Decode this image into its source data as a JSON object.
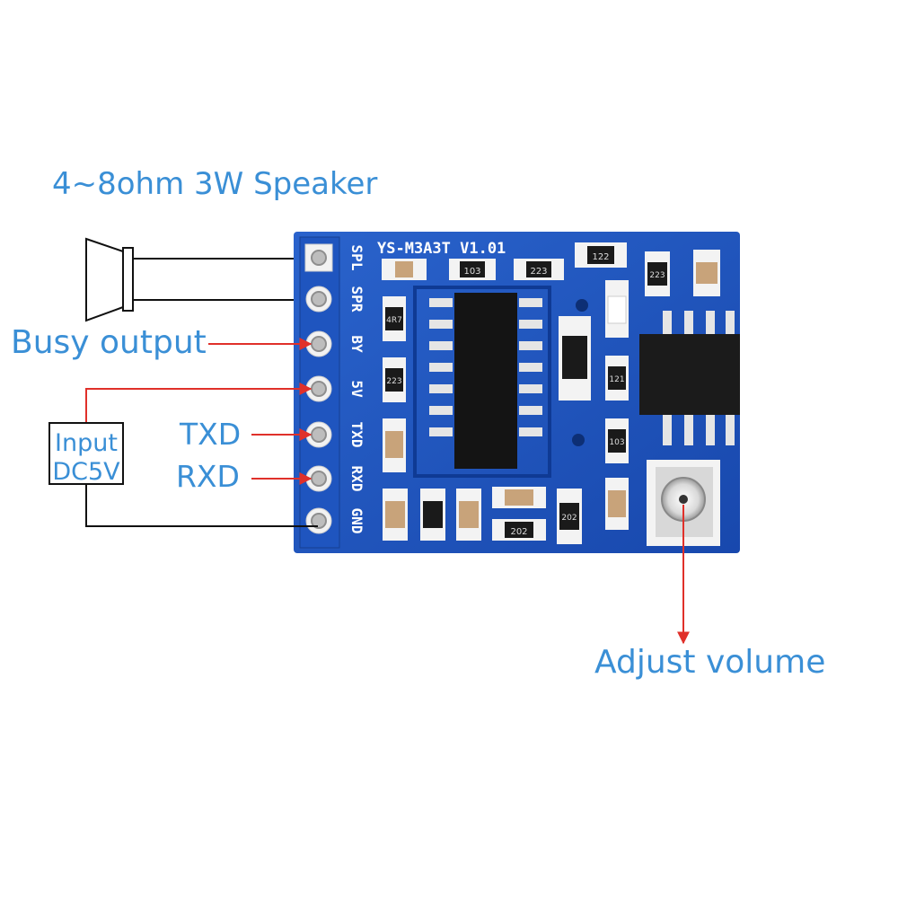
{
  "labels": {
    "speaker": "4~8ohm 3W Speaker",
    "busy": "Busy output",
    "txd": "TXD",
    "rxd": "RXD",
    "input_line1": "Input",
    "input_line2": "DC5V",
    "volume": "Adjust volume"
  },
  "board": {
    "model": "YS-M3A3T V1.01",
    "pins": [
      "SPL",
      "SPR",
      "BY",
      "5V",
      "TXD",
      "RXD",
      "GND"
    ],
    "resistor_codes": [
      "103",
      "223",
      "122",
      "223",
      "4R7",
      "223",
      "121",
      "103",
      "202",
      "202"
    ]
  },
  "colors": {
    "label_blue": "#3a8fd6",
    "pcb_blue": "#1a4fb8",
    "arrow_red": "#e0302a",
    "wire_black": "#111111"
  }
}
